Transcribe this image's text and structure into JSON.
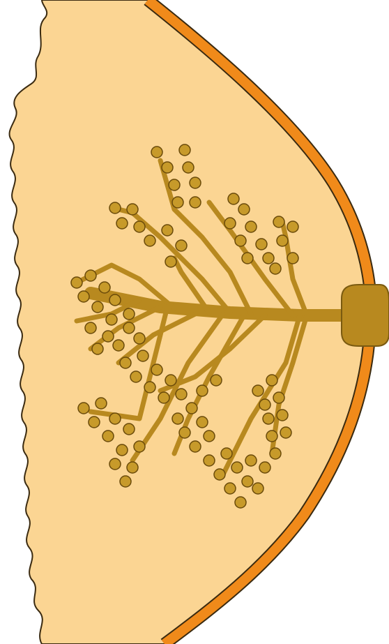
{
  "diagram": {
    "colors": {
      "background": "#ffffff",
      "tissue_fill": "#fbd593",
      "skin_band": "#f08a1a",
      "outline": "#3a2a10",
      "duct": "#b8891f",
      "duct_outline": "#7a5a10",
      "lobule": "#c79a2a",
      "lobule_outline": "#6a4a0a",
      "nipple": "#b8891f"
    },
    "parts": [
      "breast-tissue",
      "skin-layer",
      "nipple",
      "main-duct",
      "branch-ducts",
      "lobules"
    ]
  }
}
